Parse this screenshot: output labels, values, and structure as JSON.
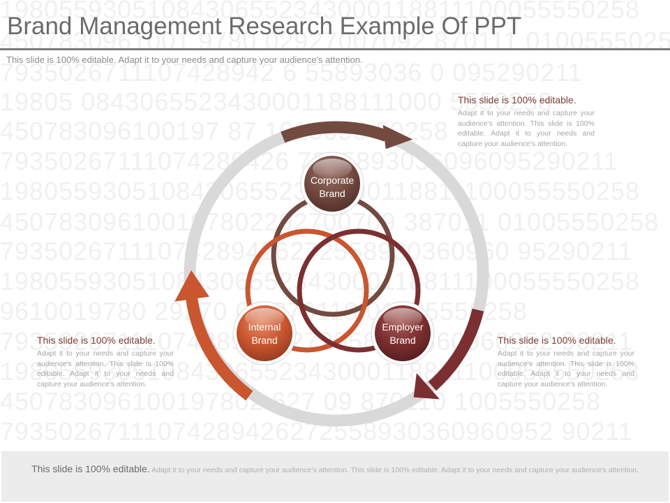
{
  "background_digits": [
    "19805593051084306552343000118811100055550258",
    "4507830961001 9780    02927007092  870111 01005550258",
    "7935026711107428942 6     55893036 0   095290211",
    "19805              0843065523430001188111000 5550258",
    "450783096100197                 87     1010055 50258",
    "79350267111074289426 7255893036096095290211",
    "19805593051084306552343000118811100055550258",
    "450783096100197802292700709 387011 01005550258",
    "79350267111074289426272558930360960 95290211",
    "19805593051084306552343000118811100055550258",
    "          9610019780 29270  09   870110 01005550258",
    "79350267111074289426272558930360960952 90211",
    "19805593051084306552343000118811100055550258",
    "450783096100197802 627    09  870110 1005550258",
    "79350267111074289426272558930360960952 90211"
  ],
  "header": {
    "title": "Brand Management Research Example Of PPT",
    "subtitle": "This slide is 100% editable. Adapt it to your needs and capture your audience's attention."
  },
  "diagram": {
    "nodes": {
      "corporate": {
        "line1": "Corporate",
        "line2": "Brand"
      },
      "internal": {
        "line1": "Internal",
        "line2": "Brand"
      },
      "employer": {
        "line1": "Employer",
        "line2": "Brand"
      }
    },
    "colors": {
      "corporate": "#734a40",
      "internal": "#c9562f",
      "employer": "#7b2f30",
      "cycle_ring": "#d9d9d9",
      "accent_text": "#7c3f38"
    }
  },
  "callouts": {
    "top_right": {
      "title": "This slide is 100% editable.",
      "body": "Adapt it to your needs and capture your audience's attention. This slide is 100% editable. Adapt it to your needs and capture your audience's attention."
    },
    "bottom_left": {
      "title": "This slide is 100% editable.",
      "body": "Adapt it to your needs and capture your audience's attention. This slide is 100% editable. Adapt it to your needs and capture your audience's attention."
    },
    "bottom_right": {
      "title": "This slide is 100% editable.",
      "body": "Adapt it to your needs and capture your audience's attention. This slide is 100% editable. Adapt it to your needs and capture your audience's attention."
    }
  },
  "footer": {
    "lead": "This slide is 100% editable.",
    "text": "Adapt it to your needs and capture your audience's attention. This slide is 100% editable. Adapt it to your needs and capture your audience's attention."
  }
}
